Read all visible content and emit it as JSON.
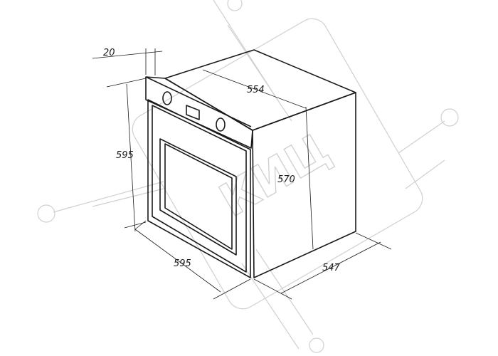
{
  "diagram": {
    "dimensions": {
      "panel_thickness": "20",
      "body_width": "554",
      "front_height": "595",
      "body_height": "570",
      "front_width": "595",
      "body_depth": "547"
    },
    "watermark": {
      "text": "КИЦ"
    }
  }
}
